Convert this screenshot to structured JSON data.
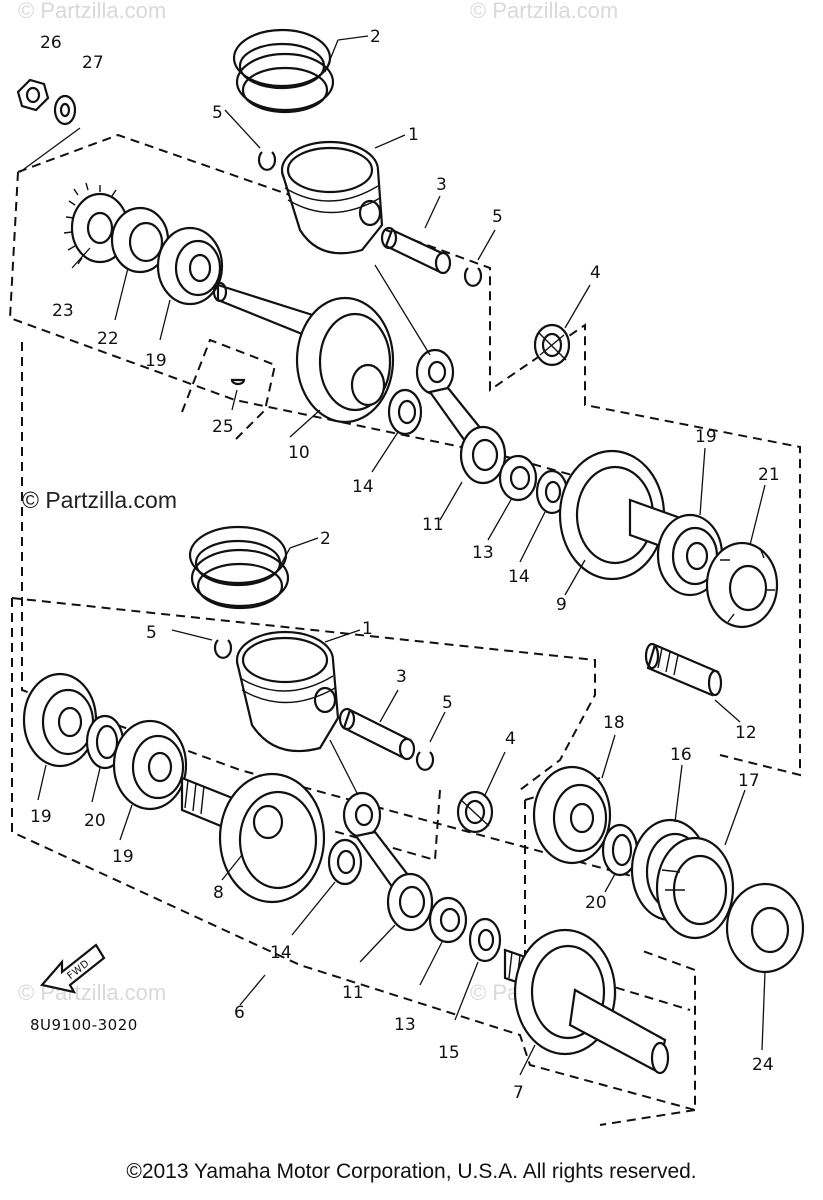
{
  "watermarks": [
    "© Partzilla.com",
    "© Partzilla.com",
    "© Partzilla.com",
    "© Partzilla.com",
    "© Partzilla.com"
  ],
  "diagram_code": "8U9100-3020",
  "direction_arrow_label": "FWD",
  "copyright": "©2013  Yamaha Motor Corporation, U.S.A. All rights reserved.",
  "callouts": {
    "c26": "26",
    "c27": "27",
    "c2a": "2",
    "c5a": "5",
    "c1a": "1",
    "c3a": "3",
    "c5b": "5",
    "c4a": "4",
    "c23": "23",
    "c22": "22",
    "c19a": "19",
    "c25": "25",
    "c10": "10",
    "c14a": "14",
    "c11a": "11",
    "c13a": "13",
    "c14b": "14",
    "c9": "9",
    "c19b": "19",
    "c21": "21",
    "c12": "12",
    "c2b": "2",
    "c5c": "5",
    "c1b": "1",
    "c3b": "3",
    "c5d": "5",
    "c4b": "4",
    "c19c": "19",
    "c20a": "20",
    "c19d": "19",
    "c8": "8",
    "c14c": "14",
    "c11b": "11",
    "c13b": "13",
    "c15": "15",
    "c7": "7",
    "c6": "6",
    "c18": "18",
    "c16": "16",
    "c17": "17",
    "c20b": "20",
    "c24": "24"
  }
}
